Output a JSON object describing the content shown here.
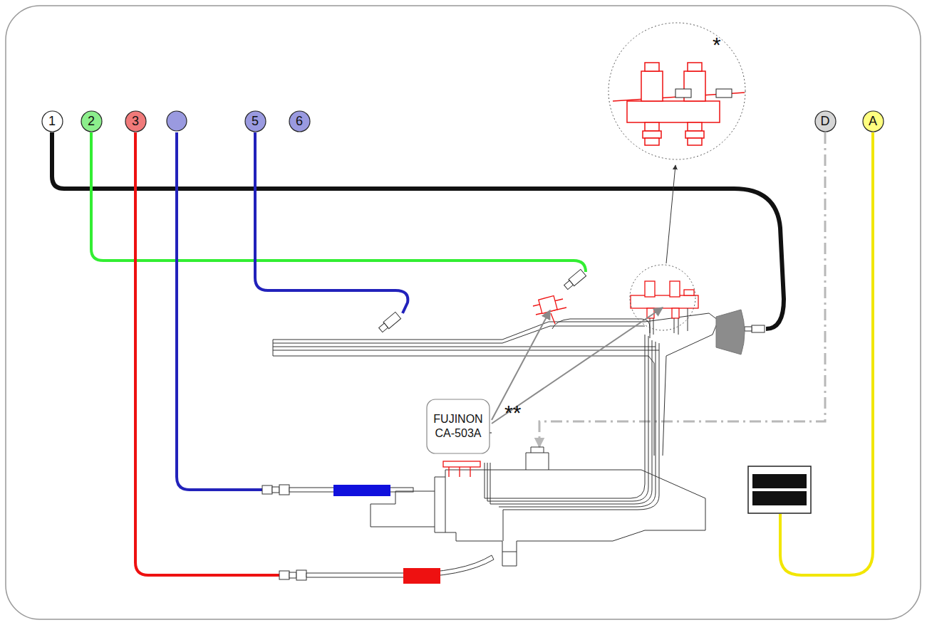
{
  "diagram": {
    "nodes": [
      {
        "text": [
          "1"
        ]
      },
      {
        "text": [
          "2"
        ]
      },
      {
        "text": [
          "3"
        ]
      },
      {
        "text": [
          "5"
        ]
      },
      {
        "text": [
          "6"
        ]
      },
      {
        "text": [
          "D"
        ]
      },
      {
        "text": [
          "A"
        ]
      },
      {
        "text": [
          "FUJINON CA-503A"
        ]
      }
    ],
    "labels": [
      "*",
      "**"
    ]
  }
}
